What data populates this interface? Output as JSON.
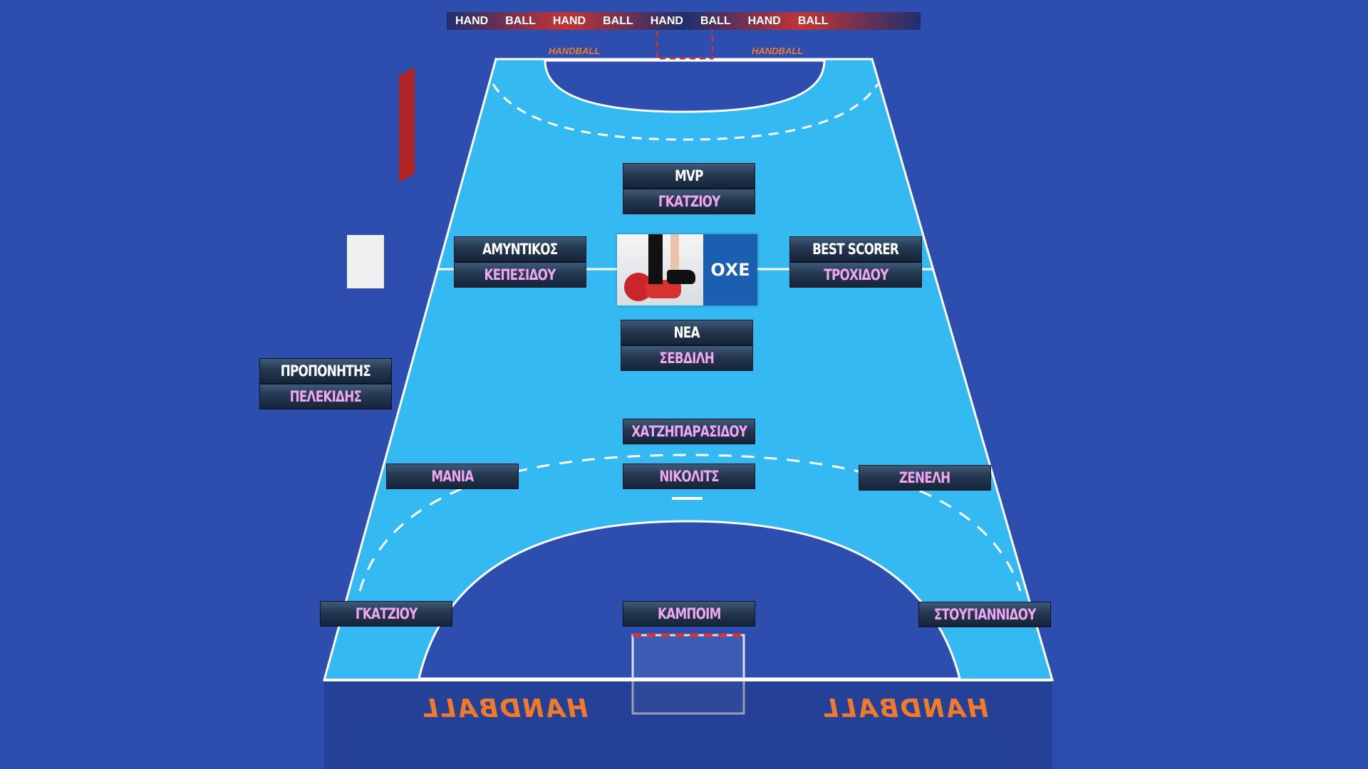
{
  "banner": {
    "hand": "HAND",
    "ball": "BALL"
  },
  "court_branding": {
    "top_text": "HANDBALL",
    "bottom_text": "HANDBALL"
  },
  "logo": {
    "text": "ΟΧΕ"
  },
  "awards": [
    {
      "id": "mvp",
      "title": "MVP",
      "name": "ΓΚΑΤΖΙΟΥ"
    },
    {
      "id": "defender",
      "title": "ΑΜΥΝΤΙΚΟΣ",
      "name": "ΚΕΠΕΣΙΔΟΥ"
    },
    {
      "id": "best-scorer",
      "title": "BEST SCORER",
      "name": "ΤΡΟΧΙΔΟΥ"
    },
    {
      "id": "young",
      "title": "ΝΕΑ",
      "name": "ΣΕΒΔΙΛΗ"
    },
    {
      "id": "coach",
      "title": "ΠΡΟΠΟΝΗΤΗΣ",
      "name": "ΠΕΛΕΚΙΔΗΣ"
    }
  ],
  "players": [
    {
      "position": "pivot",
      "name": "ΧΑΤΖΗΠΑΡΑΣΙΔΟΥ"
    },
    {
      "position": "left-back",
      "name": "ΜΑΝΙΑ"
    },
    {
      "position": "center-back",
      "name": "ΝΙΚΟΛΙΤΣ"
    },
    {
      "position": "right-back",
      "name": "ΖΕΝΕΛΗ"
    },
    {
      "position": "left-wing",
      "name": "ΓΚΑΤΖΙΟΥ"
    },
    {
      "position": "goalkeeper",
      "name": "ΚΑΜΠΟΙΜ"
    },
    {
      "position": "right-wing",
      "name": "ΣΤΟΥΓΙΑΝΝΙΔΟΥ"
    }
  ],
  "colors": {
    "background": "#2d4eae",
    "court": "#35b9f2",
    "goal_area": "#2d4eae",
    "title_text": "#ffffff",
    "name_text": "#f2a6f0",
    "brand_orange": "#f07a2a"
  }
}
